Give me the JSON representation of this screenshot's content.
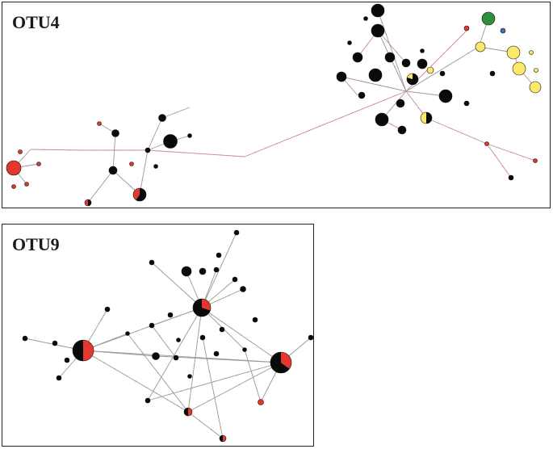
{
  "panels": [
    {
      "id": "otu4",
      "title": "OTU4"
    },
    {
      "id": "otu9",
      "title": "OTU9"
    }
  ],
  "colors": {
    "black": "#0a0a0a",
    "red": "#e5382c",
    "yellow": "#fce86a",
    "green": "#2f8f3a",
    "blue": "#3f6fb5",
    "edge": "#9a9a9a",
    "edge_red": "#c98a8a"
  }
}
